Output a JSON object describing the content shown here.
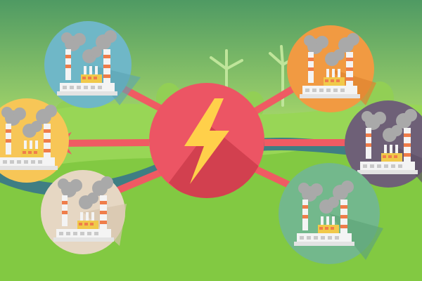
{
  "scene": {
    "colors": {
      "sky_top": "#4f9a63",
      "sky_mid": "#a8d86a",
      "ground": "#8fd04a",
      "hills": "#7fc13f",
      "road": "#3f7e83",
      "hub": "#ec5564",
      "hub_shadow": "#d2404f",
      "bolt": "#ffd04a",
      "arrow": "#ef5b63"
    },
    "hub_icon": "lightning-bolt-icon",
    "factory_icon": "factory-smokestack-icon",
    "plants": [
      {
        "name": "power-plant-top-left",
        "color": "#6fb7c7"
      },
      {
        "name": "power-plant-mid-left",
        "color": "#f7c657"
      },
      {
        "name": "power-plant-bottom-left",
        "color": "#e6d7c3"
      },
      {
        "name": "power-plant-top-right",
        "color": "#f19a42"
      },
      {
        "name": "power-plant-mid-right",
        "color": "#6e6077"
      },
      {
        "name": "power-plant-bottom-right",
        "color": "#73b88c"
      }
    ]
  }
}
